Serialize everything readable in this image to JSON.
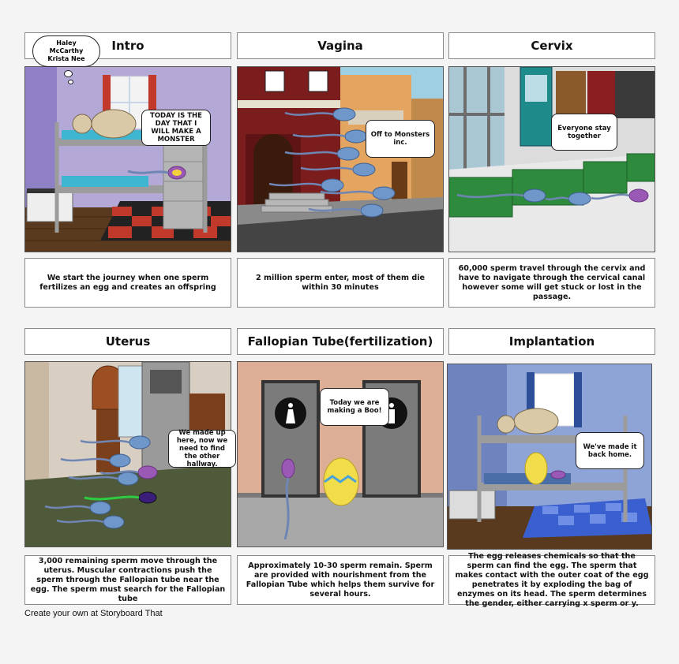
{
  "panels": [
    {
      "title": "Intro",
      "bubble": "TODAY IS THE DAY THAT I WILL MAKE A MONSTER",
      "caption": "We start the journey when one sperm fertilizes an egg and creates an offspring"
    },
    {
      "title": "Vagina",
      "bubble": "Off to Monsters inc.",
      "caption": "2 million sperm enter, most of them die within 30 minutes"
    },
    {
      "title": "Cervix",
      "bubble": "Everyone stay together",
      "caption": "60,000 sperm travel through the cervix and have to navigate through the cervical canal however some will get stuck or lost in the passage."
    },
    {
      "title": "Uterus",
      "bubble": "We made up here, now we need to find the other hallway.",
      "caption": "3,000 remaining sperm move through the uterus. Muscular contractions push the sperm through the Fallopian tube near the egg. The sperm must search for the Fallopian tube"
    },
    {
      "title": "Fallopian Tube(fertilization)",
      "bubble": "Today we are making a Boo!",
      "caption": "Approximately 10-30 sperm remain. Sperm are provided with nourishment from the Fallopian Tube which helps them survive for several hours."
    },
    {
      "title": "Implantation",
      "bubble": "We've made it back home.",
      "caption": "The egg releases chemicals so that the sperm can find the egg. The sperm that makes contact with the outer coat of the egg penetrates it by exploding the bag of enzymes on its head. The sperm determines the gender, either carrying x sperm or y."
    }
  ],
  "authors": "Haley McCarthy Krista Nee",
  "footer": "Create your own at Storyboard That"
}
